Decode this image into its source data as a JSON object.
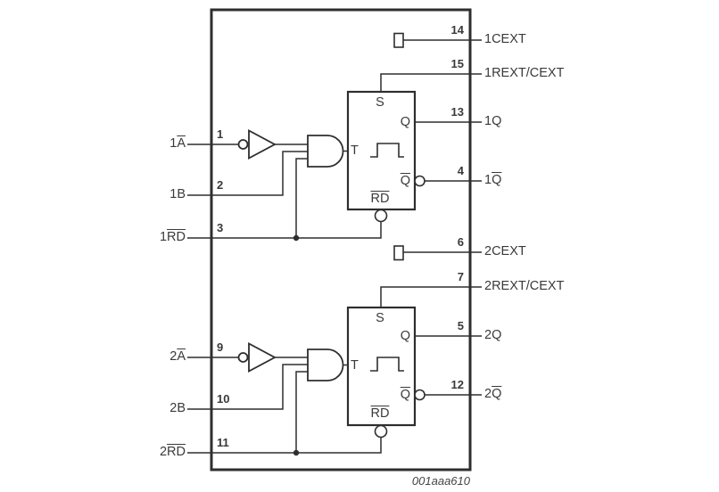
{
  "figure": {
    "id": "001aaa610"
  },
  "colors": {
    "line": "#2e2e2e",
    "text": "#3a3a3a",
    "background": "#ffffff"
  },
  "pins": {
    "left": [
      {
        "number": "1",
        "prefix": "1",
        "over": "A"
      },
      {
        "number": "2",
        "prefix": "1B"
      },
      {
        "number": "3",
        "prefix": "1",
        "over": "RD"
      },
      {
        "number": "9",
        "prefix": "2",
        "over": "A"
      },
      {
        "number": "10",
        "prefix": "2B"
      },
      {
        "number": "11",
        "prefix": "2",
        "over": "RD"
      }
    ],
    "right": [
      {
        "number": "14",
        "prefix": "1CEXT"
      },
      {
        "number": "15",
        "prefix": "1REXT/CEXT"
      },
      {
        "number": "13",
        "prefix": "1Q"
      },
      {
        "number": "4",
        "prefix": "1",
        "over": "Q"
      },
      {
        "number": "6",
        "prefix": "2CEXT"
      },
      {
        "number": "7",
        "prefix": "2REXT/CEXT"
      },
      {
        "number": "5",
        "prefix": "2Q"
      },
      {
        "number": "12",
        "prefix": "2",
        "over": "Q"
      }
    ]
  },
  "monostable1": {
    "set": "S",
    "q": "Q",
    "t": "T",
    "q_bar_over": "Q",
    "rd_over": "RD"
  },
  "monostable2": {
    "set": "S",
    "q": "Q",
    "t": "T",
    "q_bar_over": "Q",
    "rd_over": "RD"
  }
}
